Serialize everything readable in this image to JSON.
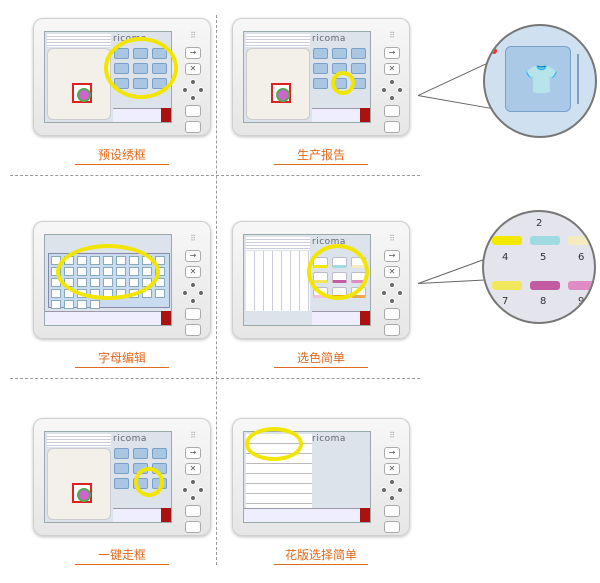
{
  "features": [
    {
      "label": "预设绣框",
      "screen": "frames"
    },
    {
      "label": "生产报告",
      "screen": "report"
    },
    {
      "label": "字母编辑",
      "screen": "letters"
    },
    {
      "label": "选色简单",
      "screen": "colors"
    },
    {
      "label": "一键走框",
      "screen": "trace"
    },
    {
      "label": "花版选择简单",
      "screen": "designs"
    }
  ],
  "brand": "ricoma",
  "magnifier_colors": {
    "numbers": [
      "2",
      "4",
      "5",
      "6",
      "7",
      "8",
      "9"
    ],
    "chips": [
      "#f2e800",
      "#9fdbe0",
      "#f3ecc0",
      "#f0e85a",
      "#c45aa2",
      "#e08cc4",
      "#f0c0e0",
      "#e8a800",
      "#e8a858"
    ]
  },
  "accent": "#e06a1d",
  "highlight": "#f2e600"
}
